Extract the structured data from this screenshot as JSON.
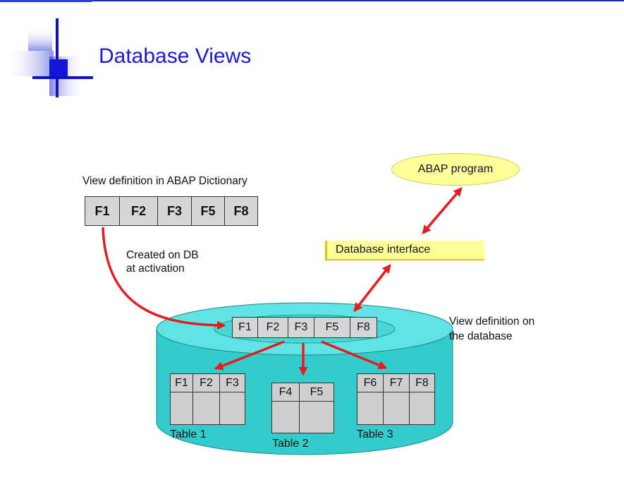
{
  "slide": {
    "title": "Database Views",
    "accent_color": "#1a1ad9"
  },
  "diagram": {
    "dictionary_label": "View definition in ABAP Dictionary",
    "dictionary_fields": [
      "F1",
      "F2",
      "F3",
      "F5",
      "F8"
    ],
    "created_note_line1": "Created on DB",
    "created_note_line2": "at activation",
    "abap_program": "ABAP program",
    "database_interface": "Database interface",
    "db_view_label_line1": "View definition on",
    "db_view_label_line2": "the database",
    "db_view_fields": [
      "F1",
      "F2",
      "F3",
      "F5",
      "F8"
    ],
    "tables": [
      {
        "name": "Table 1",
        "fields": [
          "F1",
          "F2",
          "F3"
        ]
      },
      {
        "name": "Table 2",
        "fields": [
          "F4",
          "F5"
        ]
      },
      {
        "name": "Table 3",
        "fields": [
          "F6",
          "F7",
          "F8"
        ]
      }
    ],
    "colors": {
      "database_fill": "#33cccc",
      "callout_fill": "#ffff9a",
      "arrow": "#e81c1c",
      "field_fill": "#d6d6d6"
    }
  }
}
